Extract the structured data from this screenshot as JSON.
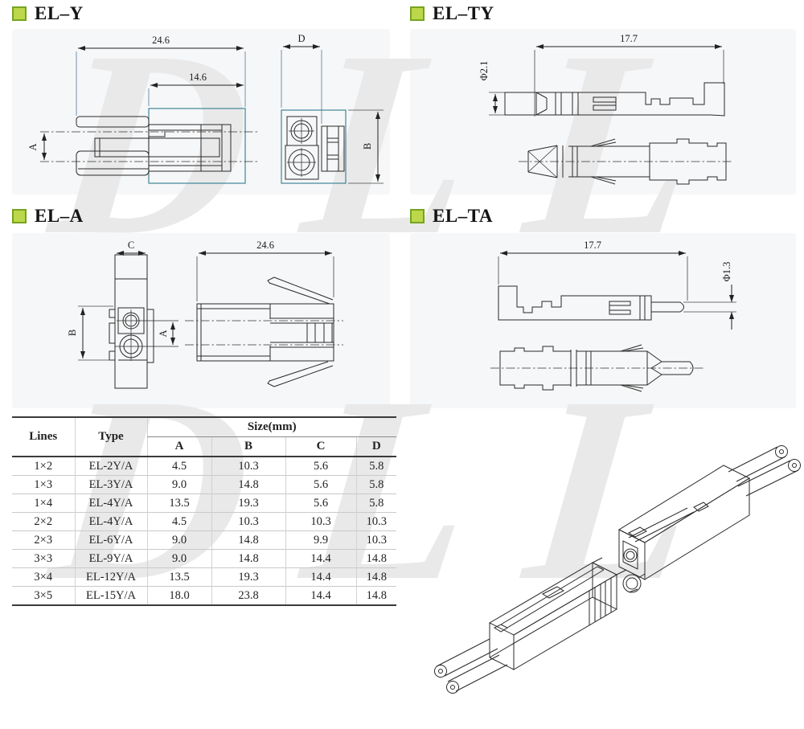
{
  "watermark": {
    "text": "DLL"
  },
  "sections": {
    "el_y": {
      "title": "EL–Y",
      "dim_overall": "24.6",
      "dim_body": "14.6",
      "dim_d": "D",
      "dim_a": "A",
      "dim_b": "B"
    },
    "el_ty": {
      "title": "EL–TY",
      "dim_length": "17.7",
      "dim_dia": "Φ2.1"
    },
    "el_a": {
      "title": "EL–A",
      "dim_c": "C",
      "dim_overall": "24.6",
      "dim_a": "A",
      "dim_b": "B"
    },
    "el_ta": {
      "title": "EL–TA",
      "dim_length": "17.7",
      "dim_dia": "Φ1.3"
    }
  },
  "table": {
    "header_lines": "Lines",
    "header_type": "Type",
    "header_size": "Size(mm)",
    "size_cols": [
      "A",
      "B",
      "C",
      "D"
    ],
    "rows": [
      {
        "lines": "1×2",
        "type": "EL-2Y/A",
        "a": "4.5",
        "b": "10.3",
        "c": "5.6",
        "d": "5.8"
      },
      {
        "lines": "1×3",
        "type": "EL-3Y/A",
        "a": "9.0",
        "b": "14.8",
        "c": "5.6",
        "d": "5.8"
      },
      {
        "lines": "1×4",
        "type": "EL-4Y/A",
        "a": "13.5",
        "b": "19.3",
        "c": "5.6",
        "d": "5.8"
      },
      {
        "lines": "2×2",
        "type": "EL-4Y/A",
        "a": "4.5",
        "b": "10.3",
        "c": "10.3",
        "d": "10.3"
      },
      {
        "lines": "2×3",
        "type": "EL-6Y/A",
        "a": "9.0",
        "b": "14.8",
        "c": "9.9",
        "d": "10.3"
      },
      {
        "lines": "3×3",
        "type": "EL-9Y/A",
        "a": "9.0",
        "b": "14.8",
        "c": "14.4",
        "d": "14.8"
      },
      {
        "lines": "3×4",
        "type": "EL-12Y/A",
        "a": "13.5",
        "b": "19.3",
        "c": "14.4",
        "d": "14.8"
      },
      {
        "lines": "3×5",
        "type": "EL-15Y/A",
        "a": "18.0",
        "b": "23.8",
        "c": "14.4",
        "d": "14.8"
      }
    ]
  }
}
